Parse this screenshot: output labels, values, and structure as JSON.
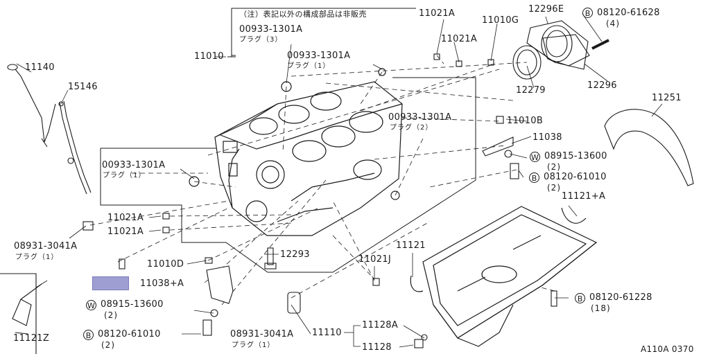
{
  "note": "（注）表記以外の構成部品は非販売",
  "diagram_code": "A110A 0370",
  "parts": {
    "p11010": "11010",
    "p11140": "11140",
    "p15146": "15146",
    "p11021a_1": "11021A",
    "p11021a_2": "11021A",
    "p11021a_3": "11021A",
    "p11021a_4": "11021A",
    "p11021j": "11021J",
    "p11010g": "11010G",
    "p12296e": "12296E",
    "p12279": "12279",
    "p12296": "12296",
    "p11251": "11251",
    "p11010b": "11010B",
    "p11038": "11038",
    "p11121a": "11121+A",
    "p11121": "11121",
    "p11110": "11110",
    "p11128a": "11128A",
    "p11128": "11128",
    "p12293": "12293",
    "p11010d": "11010D",
    "p11038a": "11038+A",
    "p11121z": "11121Z",
    "plug1": "00933-1301A",
    "plug1_sub": "プラグ（3）",
    "plug2": "00933-1301A",
    "plug2_sub": "プラグ（1）",
    "plug3": "00933-1301A",
    "plug3_sub": "プラグ（2）",
    "plug4": "00933-1301A",
    "plug4_sub": "プラグ（1）",
    "drain1": "08931-3041A",
    "drain1_sub": "プラグ（1）",
    "drain2": "08931-3041A",
    "drain2_sub": "プラグ（1）",
    "bolt_61628": "08120-61628",
    "bolt_61628_qty": "(4)",
    "washer_13600_r": "08915-13600",
    "washer_13600_r_qty": "(2)",
    "bolt_61010_r": "08120-61010",
    "bolt_61010_r_qty": "(2)",
    "washer_13600_l": "08915-13600",
    "washer_13600_l_qty": "(2)",
    "bolt_61010_l": "08120-61010",
    "bolt_61010_l_qty": "(2)",
    "bolt_61228": "08120-61228",
    "bolt_61228_qty": "(18)"
  },
  "symbols": {
    "b": "B",
    "w": "W"
  }
}
